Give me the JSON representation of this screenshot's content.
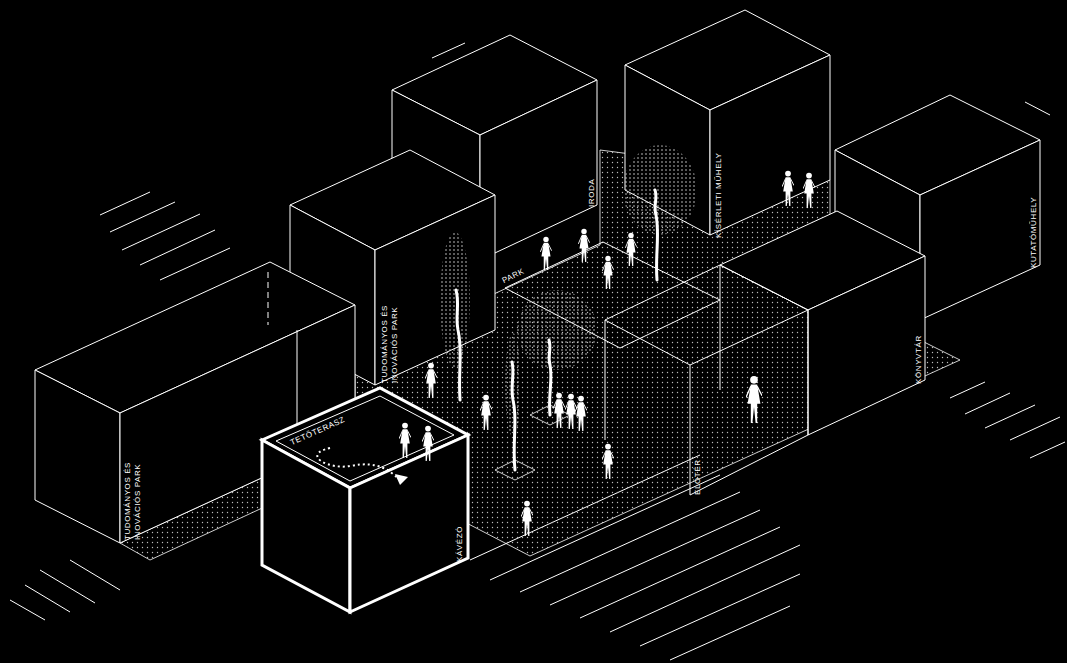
{
  "diagram": {
    "nodes": [
      {
        "text": [
          "TUDOMÁNYOS ÉS INOVÁCIÓS PARK"
        ]
      },
      {
        "text": [
          "TUDOMÁNYOS ÉS INOVÁCIÓS PARK"
        ]
      },
      {
        "text": [
          "IRODA"
        ]
      },
      {
        "text": [
          "KÍSÉRLETI MŰHELY"
        ]
      },
      {
        "text": [
          "KUTATÓMŰHELY"
        ]
      },
      {
        "text": [
          "KÖNYVTÁR"
        ]
      },
      {
        "text": [
          "ELŐTÉR"
        ]
      },
      {
        "text": [
          "KÁVÉZÓ",
          "TETŐTERASZ"
        ]
      }
    ],
    "labels": [
      "PARK"
    ]
  }
}
